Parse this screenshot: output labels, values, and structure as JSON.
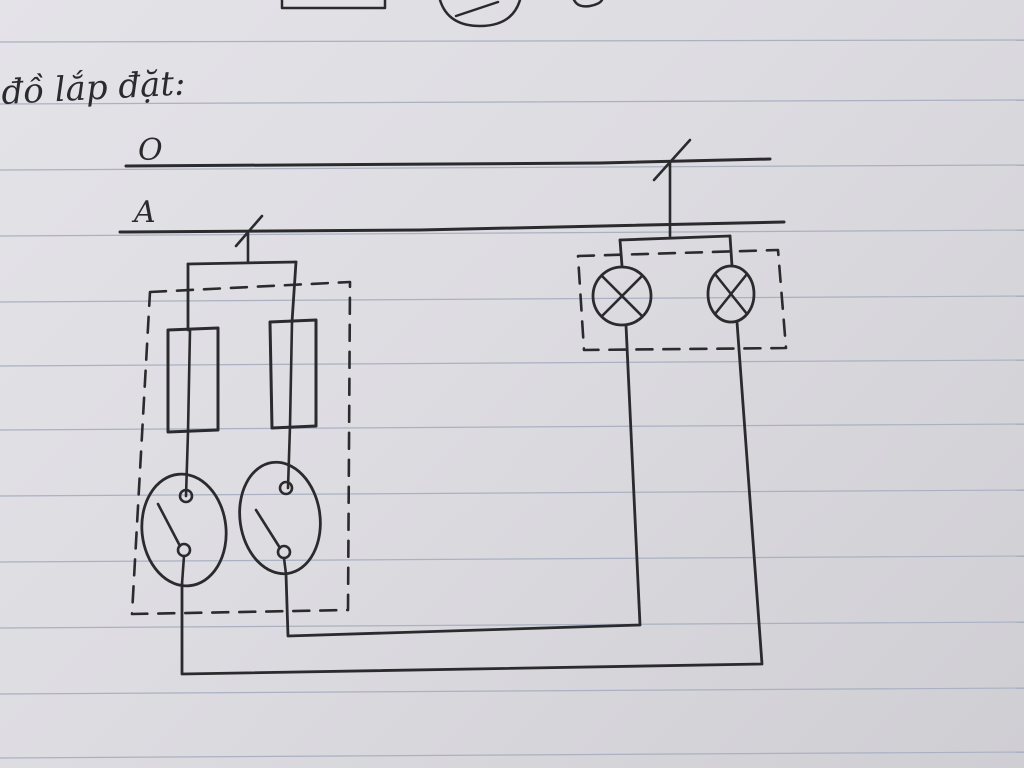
{
  "heading": "đồ lắp đặt:",
  "lines": {
    "neutral_label": "O",
    "phase_label": "A"
  },
  "colors": {
    "paper": "#dedde2",
    "ink": "#2b2b2e",
    "ruling": "#a9b1c2"
  },
  "components": {
    "panel": [
      "fuse-1",
      "fuse-2",
      "switch-1",
      "switch-2"
    ],
    "lamp_box": [
      "lamp-1",
      "lamp-2"
    ]
  }
}
